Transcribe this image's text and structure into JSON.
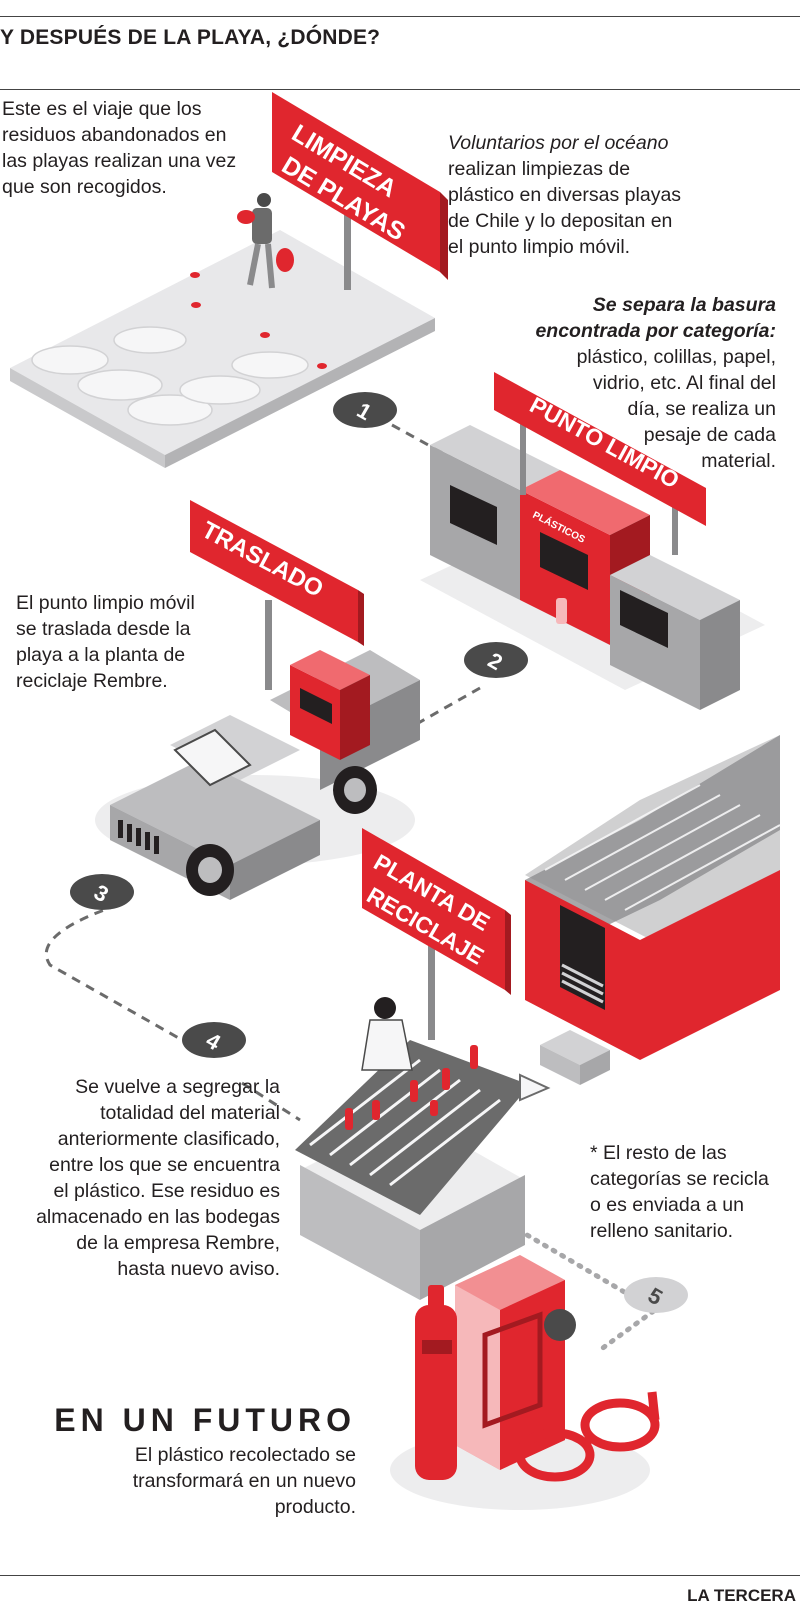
{
  "header": {
    "title": "Y DESPUÉS DE LA PLAYA, ¿DÓNDE?"
  },
  "intro": [
    "Este es el viaje que los",
    "residuos abandonados en",
    "las playas realizan una vez",
    "que son recogidos."
  ],
  "signs": {
    "limpieza": [
      "LIMPIEZA",
      "DE PLAYAS"
    ],
    "punto": "PUNTO LIMPIO",
    "traslado": "TRASLADO",
    "planta": [
      "PLANTA DE",
      "RECICLAJE"
    ],
    "bin_label": "PLÁSTICOS"
  },
  "steps": [
    "1",
    "2",
    "3",
    "4",
    "5"
  ],
  "step1": {
    "emph": "Voluntarios por el océano",
    "lines": [
      "realizan limpiezas de",
      "plástico en diversas playas",
      "de Chile y lo depositan en",
      "el punto limpio móvil."
    ]
  },
  "step2": {
    "emph": [
      "Se separa la basura",
      "encontrada por categoría:"
    ],
    "lines": [
      "plástico, colillas, papel,",
      "vidrio, etc. Al final del",
      "día, se realiza un",
      "pesaje de cada",
      "material."
    ]
  },
  "step3": {
    "lines": [
      "El punto limpio móvil",
      "se traslada desde la",
      "playa a la planta de",
      "reciclaje Rembre."
    ]
  },
  "step4": {
    "lines": [
      "Se vuelve a segregar la",
      "totalidad del material",
      "anteriormente clasificado,",
      "entre los que se encuentra",
      "el plástico. Ese residuo es",
      "almacenado en las bodegas",
      "de la empresa Rembre,",
      "hasta nuevo aviso."
    ]
  },
  "note": {
    "lines": [
      "* El resto de las",
      "categorías se recicla",
      "o es enviada a un",
      "relleno sanitario."
    ]
  },
  "future": {
    "title": "EN UN FUTURO",
    "lines": [
      "El plástico recolectado se",
      "transformará en un nuevo",
      "producto."
    ]
  },
  "footer": {
    "brand": "LA TERCERA"
  },
  "colors": {
    "red": "#e0262e",
    "dark": "#4a4a4a",
    "gray": "#a7a7a9",
    "light": "#e8e8ea"
  }
}
